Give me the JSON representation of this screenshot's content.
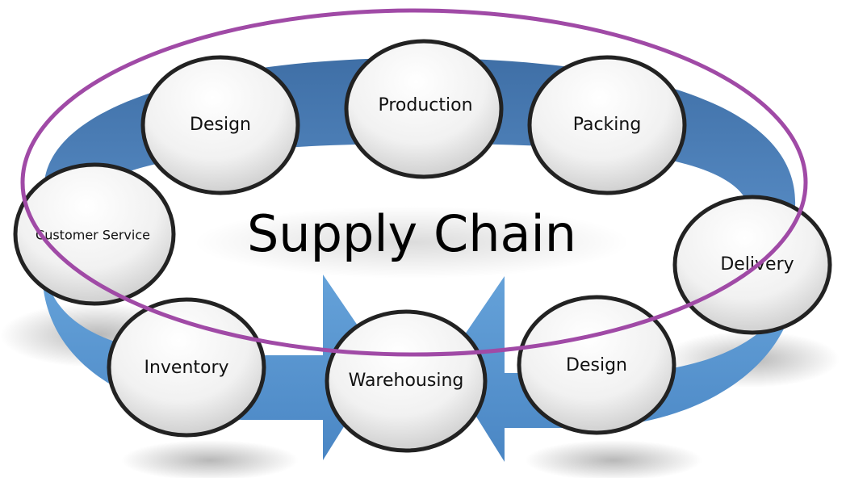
{
  "title": "Supply Chain",
  "nodes": [
    {
      "label": "Design"
    },
    {
      "label": "Production"
    },
    {
      "label": "Packing"
    },
    {
      "label": "Delivery"
    },
    {
      "label": "Design"
    },
    {
      "label": "Warehousing"
    },
    {
      "label": "Inventory"
    },
    {
      "label": "Customer Service"
    }
  ],
  "colors": {
    "ring": "#4a7ab5",
    "ring_light": "#5b9bd5",
    "outline": "#a04aa6",
    "node_border": "#222222",
    "node_fill": "#f4f4f4"
  }
}
